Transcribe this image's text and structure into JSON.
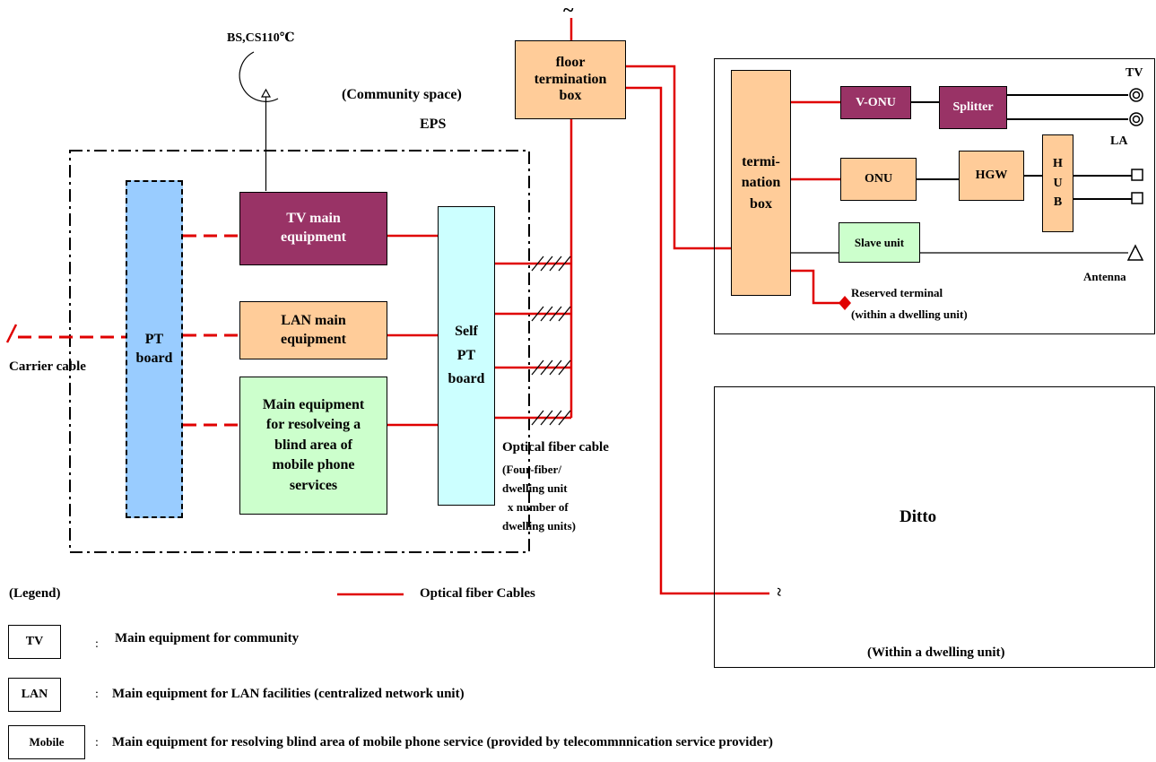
{
  "labels": {
    "bs_cs": "BS,CS110℃",
    "tilde_top": "~",
    "community_space": "(Community space)",
    "eps": "EPS",
    "carrier_cable": "Carrier cable",
    "optical_fiber_cable": "Optical fiber cable",
    "fiber_note": [
      "(Four-fiber/",
      "dwelling unit",
      "x number of",
      "dwelling units)"
    ],
    "legend_title": "(Legend)",
    "optical_fiber_cables": "Optical fiber Cables",
    "tv_right": "TV",
    "la": "LA",
    "antenna": "Antenna",
    "reserved_terminal": "Reserved terminal",
    "within_dwelling_paren": "(within a dwelling unit)",
    "ditto": "Ditto",
    "within_dwelling_unit": "(Within a dwelling unit)",
    "tilde_bottom": "~"
  },
  "boxes": {
    "floor_termination_box": [
      "floor",
      "termination",
      "box"
    ],
    "pt_board": [
      "PT",
      "board"
    ],
    "tv_main": [
      "TV main",
      "equipment"
    ],
    "lan_main": [
      "LAN main",
      "equipment"
    ],
    "mobile_main": [
      "Main equipment",
      "for resolveing a",
      "blind area of",
      "mobile phone",
      "services"
    ],
    "self_pt": [
      "Self",
      "PT",
      "board"
    ],
    "termination_box": [
      "termi-",
      "nation",
      "box"
    ],
    "v_onu": "V-ONU",
    "splitter": "Splitter",
    "onu": "ONU",
    "hgw": "HGW",
    "hub": [
      "H",
      "U",
      "B"
    ],
    "slave_unit": "Slave unit"
  },
  "legend": [
    {
      "key": "TV",
      "sep": ":",
      "text": "Main equipment for community"
    },
    {
      "key": "LAN",
      "sep": ":",
      "text": "Main equipment for LAN facilities (centralized network unit)"
    },
    {
      "key": "Mobile",
      "sep": ":",
      "text": "Main equipment for resolving blind area of mobile phone service (provided by telecommnnication service provider)"
    }
  ],
  "colors": {
    "fiber": "#E00000",
    "purple": "#993366",
    "peach": "#FFCC99",
    "green": "#CCFFCC",
    "cyan": "#CCFFFF",
    "blue": "#99CCFF"
  }
}
